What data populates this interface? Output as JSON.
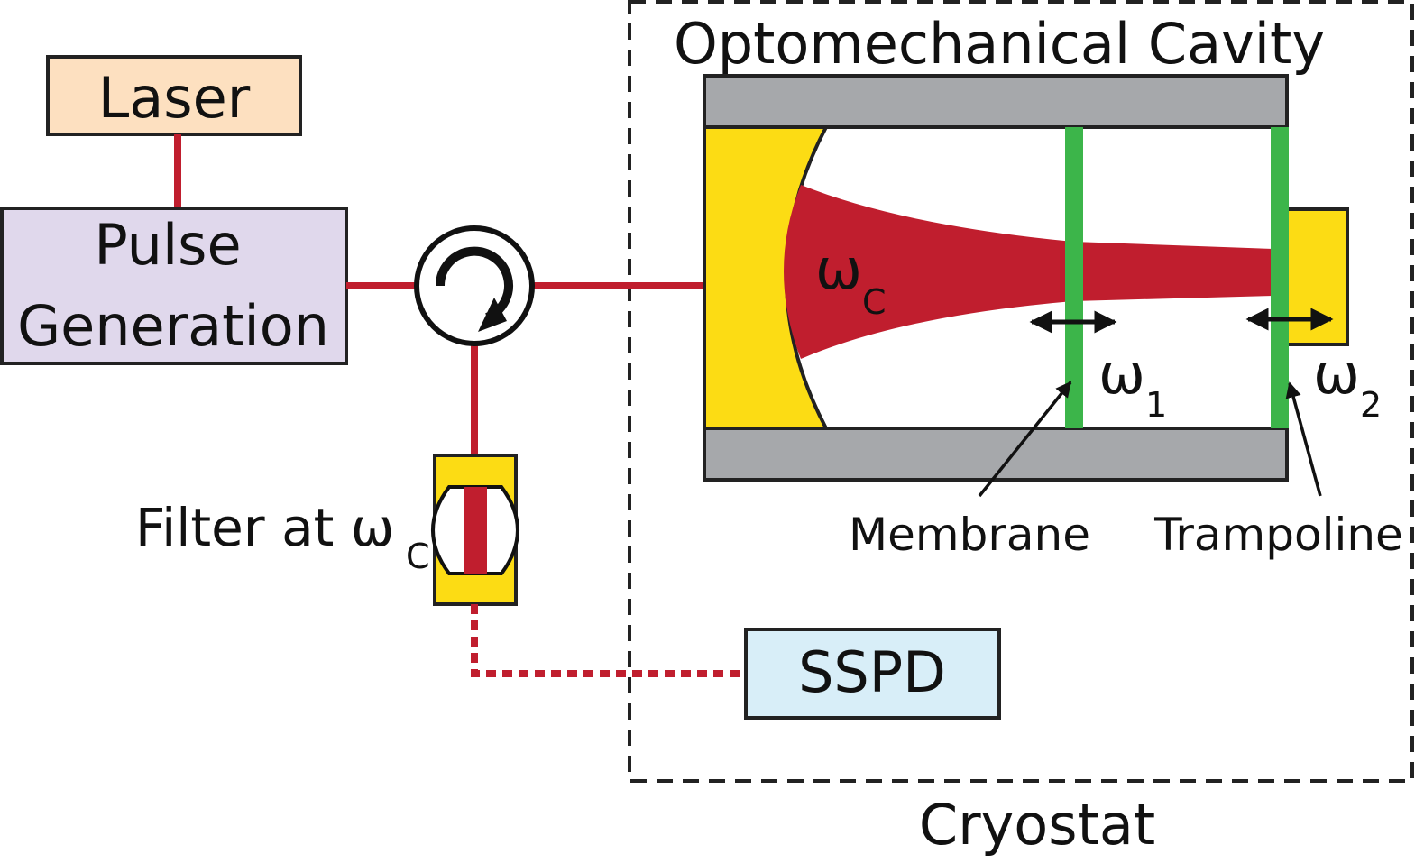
{
  "labels": {
    "laser": "Laser",
    "pulse_line1": "Pulse",
    "pulse_line2": "Generation",
    "filter": "Filter at ω",
    "filter_sub": "C",
    "cavity_title": "Optomechanical Cavity",
    "omega_c": "ω",
    "omega_c_sub": "C",
    "omega_1": "ω",
    "omega_1_sub": "1",
    "omega_2": "ω",
    "omega_2_sub": "2",
    "membrane": "Membrane",
    "trampoline": "Trampoline",
    "sspd": "SSPD",
    "cryostat": "Cryostat"
  },
  "colors": {
    "laser_fill": "#fde0c0",
    "pulse_fill": "#e0d8ec",
    "sspd_fill": "#d8eef8",
    "beam": "#c01e2e",
    "mirror": "#fcdc14",
    "wall": "#a6a8ab",
    "resonator": "#3cb54a",
    "outline": "#222222"
  }
}
